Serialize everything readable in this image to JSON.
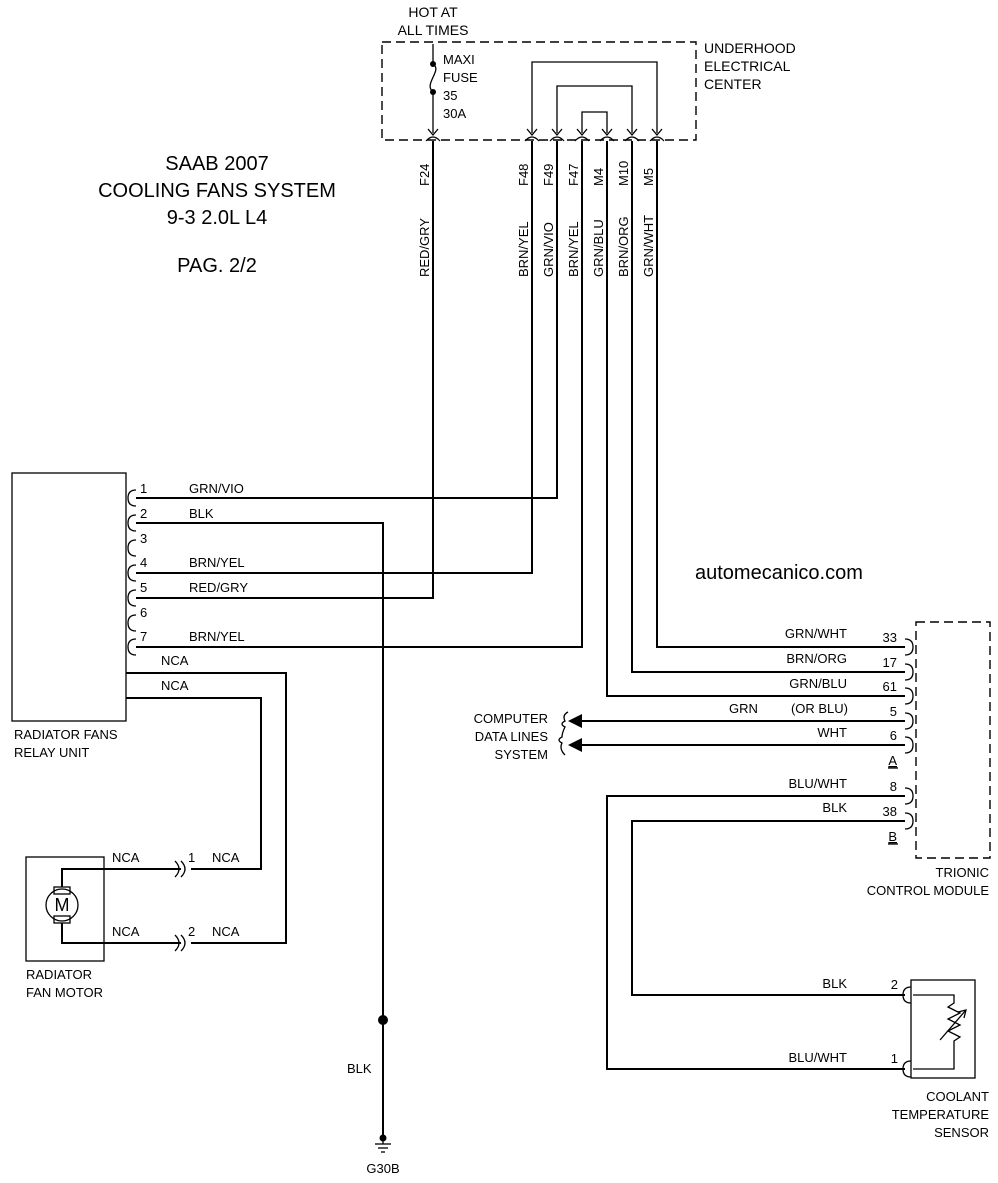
{
  "title": {
    "line1": "SAAB 2007",
    "line2": "COOLING FANS SYSTEM",
    "line3": "9-3 2.0L L4",
    "page": "PAG. 2/2"
  },
  "watermark": "automecanico.com",
  "underhood": {
    "hot_line1": "HOT AT",
    "hot_line2": "ALL TIMES",
    "fuse_l1": "MAXI",
    "fuse_l2": "FUSE",
    "fuse_l3": "35",
    "fuse_l4": "30A",
    "label1": "UNDERHOOD",
    "label2": "ELECTRICAL",
    "label3": "CENTER",
    "connectors": [
      "F24",
      "F48",
      "F49",
      "F47",
      "M4",
      "M10",
      "M5"
    ],
    "wires": [
      "RED/GRY",
      "BRN/YEL",
      "GRN/VIO",
      "BRN/YEL",
      "GRN/BLU",
      "BRN/ORG",
      "GRN/WHT"
    ]
  },
  "relay": {
    "label1": "RADIATOR FANS",
    "label2": "RELAY UNIT",
    "pins": [
      "1",
      "2",
      "3",
      "4",
      "5",
      "6",
      "7"
    ],
    "wires": [
      "GRN/VIO",
      "BLK",
      "",
      "BRN/YEL",
      "RED/GRY",
      "",
      "BRN/YEL"
    ],
    "nca1": "NCA",
    "nca2": "NCA"
  },
  "motor": {
    "label1": "RADIATOR",
    "label2": "FAN MOTOR",
    "symbol": "M",
    "pins": [
      "1",
      "2"
    ],
    "wire": "NCA"
  },
  "ground": {
    "wire": "BLK",
    "id": "G30B"
  },
  "ecm": {
    "label1": "TRIONIC",
    "label2": "CONTROL MODULE",
    "pins": [
      "33",
      "17",
      "61",
      "5",
      "6",
      "A",
      "8",
      "38",
      "B"
    ],
    "wires": [
      "GRN/WHT",
      "BRN/ORG",
      "GRN/BLU",
      "GRN",
      "WHT",
      "",
      "BLU/WHT",
      "BLK",
      ""
    ],
    "or_blu": "(OR BLU)"
  },
  "data_lines": {
    "line1": "COMPUTER",
    "line2": "DATA LINES",
    "line3": "SYSTEM"
  },
  "sensor": {
    "label1": "COOLANT",
    "label2": "TEMPERATURE",
    "label3": "SENSOR",
    "pins": [
      "2",
      "1"
    ],
    "wires": [
      "BLK",
      "BLU/WHT"
    ]
  }
}
